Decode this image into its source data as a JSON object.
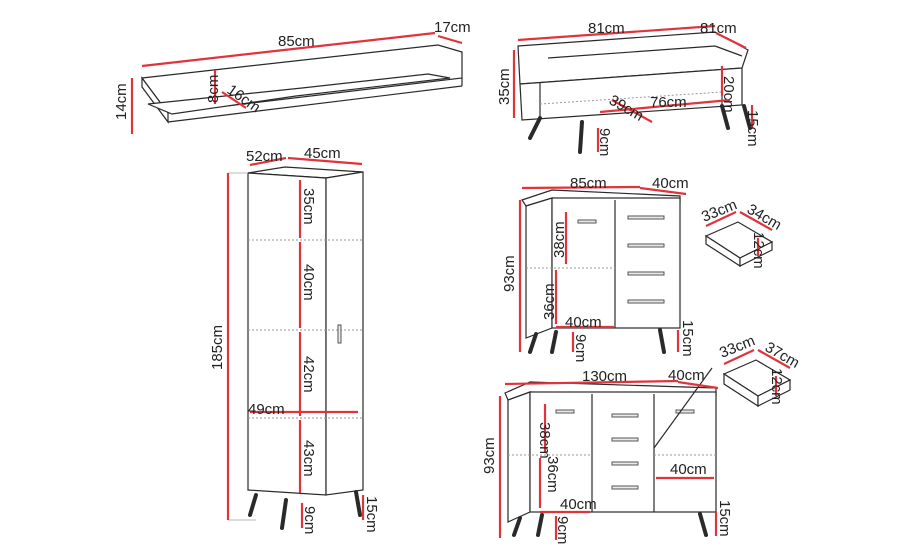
{
  "labels": {
    "shelf_width": "85cm",
    "shelf_depth": "17cm",
    "shelf_height": "14cm",
    "shelf_thickness": "8cm",
    "shelf_inner_depth": "16cm",
    "table_width": "81cm",
    "table_depth": "81cm",
    "table_height": "35cm",
    "table_inner_height": "20cm",
    "table_inner_depth": "39cm",
    "table_inner_width": "76cm",
    "table_leg_height": "15cm",
    "table_leg_gap": "9cm",
    "cabinet_depth": "52cm",
    "cabinet_width": "45cm",
    "cabinet_height": "185cm",
    "cabinet_sec1": "35cm",
    "cabinet_sec2": "40cm",
    "cabinet_sec3": "42cm",
    "cabinet_sec4": "43cm",
    "cabinet_inner_width": "49cm",
    "cabinet_leg_height": "15cm",
    "cabinet_leg_gap": "9cm",
    "dresser1_width": "85cm",
    "dresser1_depth": "40cm",
    "dresser1_height": "93cm",
    "dresser1_upper": "38cm",
    "dresser1_lower": "36cm",
    "dresser1_inner_width": "40cm",
    "dresser1_leg_height": "15cm",
    "dresser1_leg_gap": "9cm",
    "drawer1_width": "33cm",
    "drawer1_depth": "34cm",
    "drawer1_height": "12cm",
    "dresser2_width": "130cm",
    "dresser2_depth": "40cm",
    "dresser2_height": "93cm",
    "dresser2_upper": "38cm",
    "dresser2_lower": "36cm",
    "dresser2_inner_width": "40cm",
    "dresser2_inner_width_right": "40cm",
    "dresser2_leg_height": "15cm",
    "dresser2_leg_gap": "9cm",
    "drawer2_width": "33cm",
    "drawer2_depth": "37cm",
    "drawer2_height": "12cm"
  },
  "colors": {
    "dimension_line": "#e0343c",
    "outline": "#2a2a2a",
    "background": "#ffffff"
  }
}
